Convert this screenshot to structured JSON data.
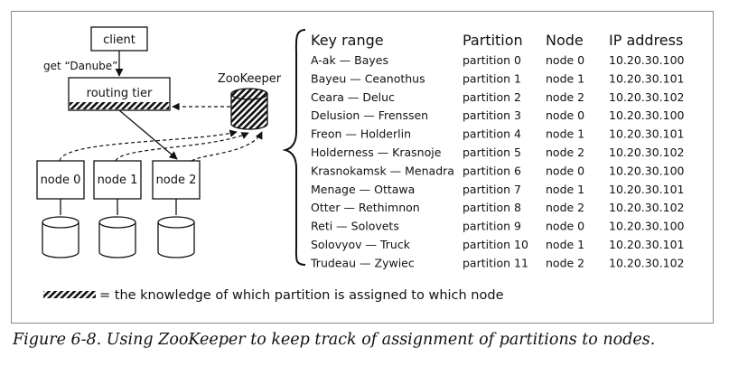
{
  "diagram": {
    "client_label": "client",
    "request_label": "get “Danube”",
    "routing_tier_label": "routing tier",
    "zookeeper_label": "ZooKeeper",
    "nodes": [
      "node 0",
      "node 1",
      "node 2"
    ],
    "legend_text": "= the knowledge of which partition is assigned to which node"
  },
  "table": {
    "headers": [
      "Key range",
      "Partition",
      "Node",
      "IP address"
    ],
    "rows": [
      [
        "A-ak — Bayes",
        "partition 0",
        "node 0",
        "10.20.30.100"
      ],
      [
        "Bayeu — Ceanothus",
        "partition 1",
        "node 1",
        "10.20.30.101"
      ],
      [
        "Ceara — Deluc",
        "partition 2",
        "node 2",
        "10.20.30.102"
      ],
      [
        "Delusion — Frenssen",
        "partition 3",
        "node 0",
        "10.20.30.100"
      ],
      [
        "Freon — Holderlin",
        "partition 4",
        "node 1",
        "10.20.30.101"
      ],
      [
        "Holderness — Krasnoje",
        "partition 5",
        "node 2",
        "10.20.30.102"
      ],
      [
        "Krasnokamsk — Menadra",
        "partition 6",
        "node 0",
        "10.20.30.100"
      ],
      [
        "Menage — Ottawa",
        "partition 7",
        "node 1",
        "10.20.30.101"
      ],
      [
        "Otter — Rethimnon",
        "partition 8",
        "node 2",
        "10.20.30.102"
      ],
      [
        "Reti — Solovets",
        "partition 9",
        "node 0",
        "10.20.30.100"
      ],
      [
        "Solovyov — Truck",
        "partition 10",
        "node 1",
        "10.20.30.101"
      ],
      [
        "Trudeau — Zywiec",
        "partition 11",
        "node 2",
        "10.20.30.102"
      ]
    ]
  },
  "caption": "Figure 6-8. Using ZooKeeper to keep track of assignment of partitions to nodes."
}
